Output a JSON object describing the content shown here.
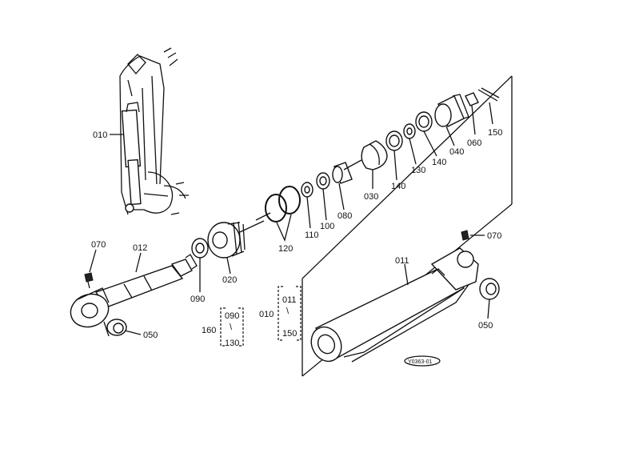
{
  "labels": {
    "l010": "010",
    "l070a": "070",
    "l012": "012",
    "l050a": "050",
    "l090": "090",
    "l020": "020",
    "l120": "120",
    "l110": "110",
    "l100": "100",
    "l080": "080",
    "l030": "030",
    "l140a": "140",
    "l130": "130",
    "l140b": "140",
    "l040": "040",
    "l060": "060",
    "l150": "150",
    "l011": "011",
    "l070b": "070",
    "l050b": "050",
    "g160": "160",
    "g160_from": "090",
    "g160_to": "130",
    "g010": "010",
    "g010_from": "011",
    "g010_to": "150",
    "range_sep": "\\"
  },
  "drawing_code": "Y0363-01"
}
